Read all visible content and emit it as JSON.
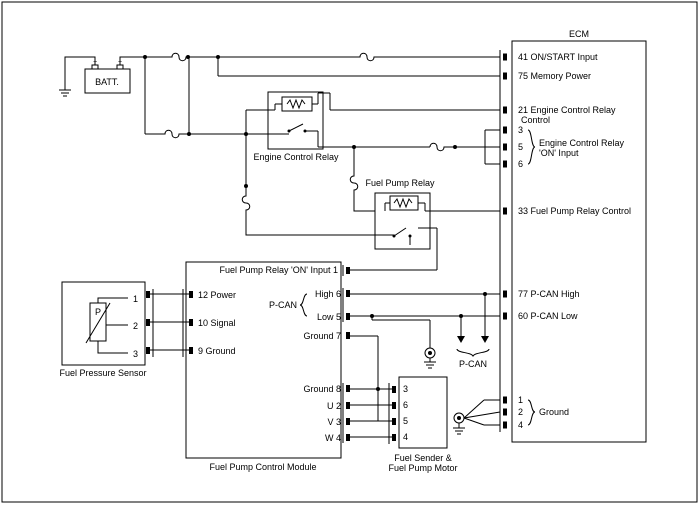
{
  "battery": {
    "label": "BATT."
  },
  "ecm": {
    "title": "ECM",
    "pins": [
      {
        "num": "41",
        "label": "ON/START Input"
      },
      {
        "num": "75",
        "label": "Memory Power"
      },
      {
        "num": "21",
        "label": "Engine Control Relay",
        "label2": "Control"
      },
      {
        "num": "3",
        "label": ""
      },
      {
        "num": "5",
        "label": ""
      },
      {
        "num": "6",
        "label": ""
      },
      {
        "num": "33",
        "label": "Fuel Pump Relay Control"
      },
      {
        "num": "77",
        "label": "P-CAN High"
      },
      {
        "num": "60",
        "label": "P-CAN Low"
      },
      {
        "num": "1",
        "label": ""
      },
      {
        "num": "2",
        "label": ""
      },
      {
        "num": "4",
        "label": ""
      }
    ],
    "engine_relay_on_input": [
      "Engine Control Relay",
      "'ON' Input"
    ],
    "ground_label": "Ground"
  },
  "engine_control_relay": {
    "label": "Engine Control Relay"
  },
  "fuel_pump_relay": {
    "label": "Fuel Pump Relay"
  },
  "fpcm": {
    "title": "Fuel Pump Control Module",
    "relay_on_input": "Fuel Pump Relay 'ON' Input 1",
    "left_pins": [
      {
        "label": "12 Power"
      },
      {
        "label": "10 Signal"
      },
      {
        "label": "9 Ground"
      }
    ],
    "right_pins": {
      "high": "High 6",
      "low": "Low 5",
      "ground7": "Ground 7",
      "ground8": "Ground 8",
      "u": "U 2",
      "v": "V 3",
      "w": "W 4"
    },
    "pcan_label": "P-CAN"
  },
  "fuel_pressure_sensor": {
    "label": "Fuel Pressure Sensor",
    "symbol": "P",
    "pins": [
      "1",
      "2",
      "3"
    ]
  },
  "fuel_sender": {
    "label_line1": "Fuel Sender &",
    "label_line2": "Fuel Pump Motor",
    "pins": [
      "3",
      "6",
      "5",
      "4"
    ]
  },
  "pcan_bus_label": "P-CAN"
}
